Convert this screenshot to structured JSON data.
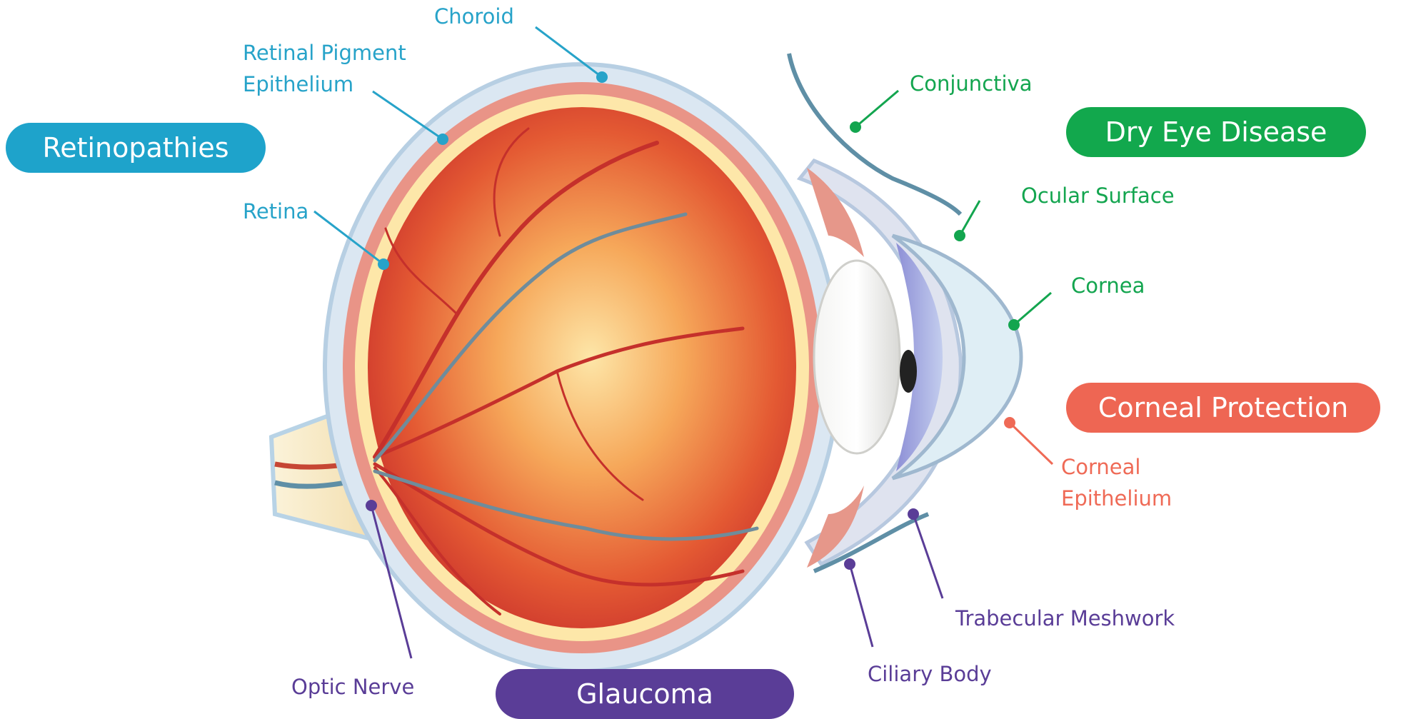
{
  "colors": {
    "retinopathies": "#1ea3cb",
    "dry_eye": "#12a84d",
    "corneal_protection": "#ee6653",
    "glaucoma": "#5a3d97"
  },
  "categories": {
    "retinopathies": "Retinopathies",
    "dry_eye": "Dry Eye Disease",
    "corneal_protection": "Corneal Protection",
    "glaucoma": "Glaucoma"
  },
  "labels": {
    "choroid": "Choroid",
    "rpe_line1": "Retinal Pigment",
    "rpe_line2": "Epithelium",
    "retina": "Retina",
    "conjunctiva": "Conjunctiva",
    "ocular_surface": "Ocular Surface",
    "cornea": "Cornea",
    "corneal_epithelium_line1": "Corneal",
    "corneal_epithelium_line2": "Epithelium",
    "trabecular_meshwork": "Trabecular Meshwork",
    "ciliary_body": "Ciliary Body",
    "optic_nerve": "Optic Nerve"
  }
}
